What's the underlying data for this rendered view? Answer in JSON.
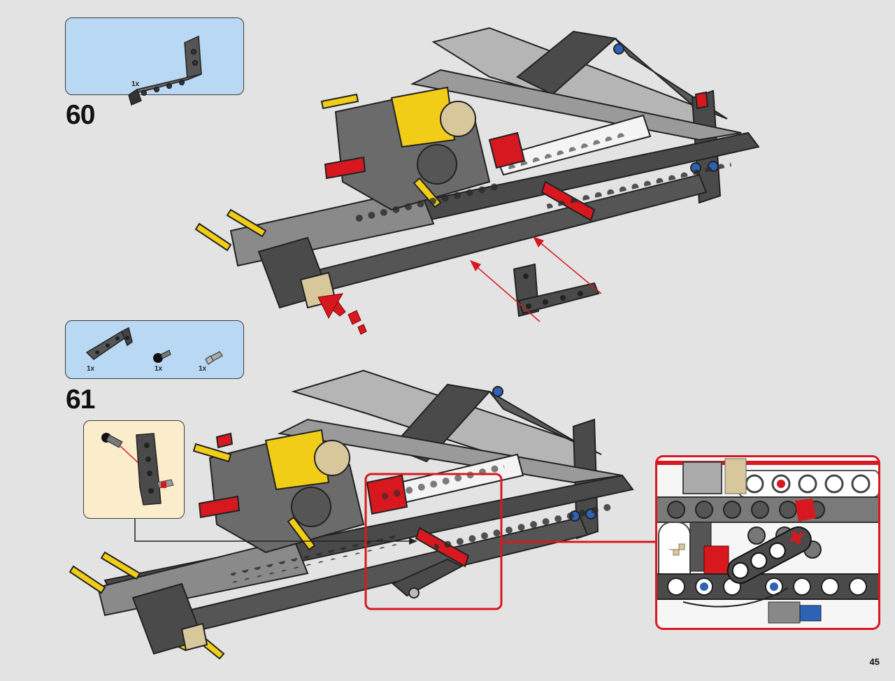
{
  "page": {
    "number": "45",
    "background": "#e3e3e3"
  },
  "steps": [
    {
      "number": "60",
      "parts": [
        {
          "qty": "1x",
          "part": "technic-l-beam"
        }
      ]
    },
    {
      "number": "61",
      "parts": [
        {
          "qty": "1x",
          "part": "technic-l-beam"
        },
        {
          "qty": "1x",
          "part": "axle-pin-black"
        },
        {
          "qty": "1x",
          "part": "connector-peg-grey"
        }
      ]
    }
  ],
  "colors": {
    "parts_box": "#b9d8f3",
    "callout_box": "#fbeccc",
    "highlight_red": "#d7191f",
    "beam_dark": "#4a4a4a",
    "beam_light": "#b9b9b9",
    "yellow": "#f2cd17",
    "blue": "#2d63b6",
    "tan": "#d8c79b"
  }
}
